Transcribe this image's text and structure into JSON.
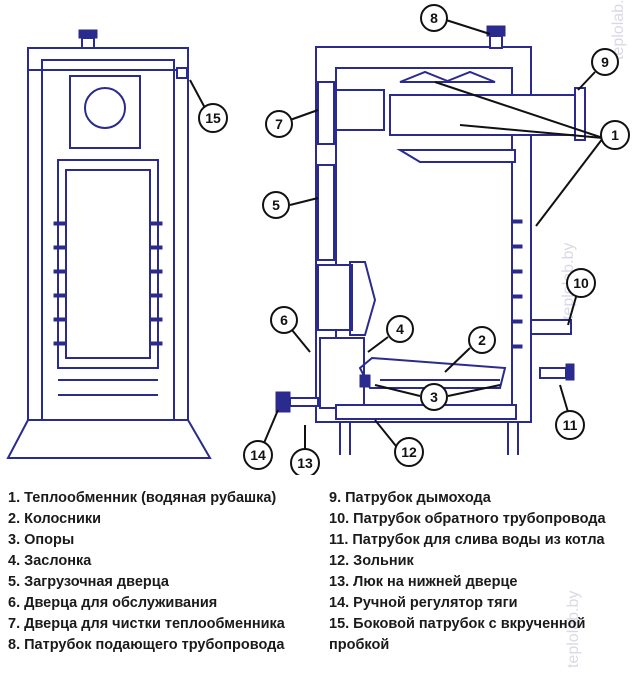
{
  "callouts": [
    {
      "id": "1",
      "label": "1"
    },
    {
      "id": "2",
      "label": "2"
    },
    {
      "id": "3",
      "label": "3"
    },
    {
      "id": "4",
      "label": "4"
    },
    {
      "id": "5",
      "label": "5"
    },
    {
      "id": "6",
      "label": "6"
    },
    {
      "id": "7",
      "label": "7"
    },
    {
      "id": "8",
      "label": "8"
    },
    {
      "id": "9",
      "label": "9"
    },
    {
      "id": "10",
      "label": "10"
    },
    {
      "id": "11",
      "label": "11"
    },
    {
      "id": "12",
      "label": "12"
    },
    {
      "id": "13",
      "label": "13"
    },
    {
      "id": "14",
      "label": "14"
    },
    {
      "id": "15",
      "label": "15"
    }
  ],
  "legend": {
    "left": [
      "1. Теплообменник (водяная рубашка)",
      "2. Колосники",
      "3. Опоры",
      "4. Заслонка",
      "5. Загрузочная дверца",
      "6. Дверца для обслуживания",
      "7. Дверца для чистки теплообменника",
      "8. Патрубок подающего трубопровода"
    ],
    "right": [
      "9. Патрубок дымохода",
      "10. Патрубок обратного трубопровода",
      "11. Патрубок для слива воды из котла",
      "12. Зольник",
      "13. Люк на нижней дверце",
      "14. Ручной регулятор тяги",
      "15. Боковой патрубок с вкрученной пробкой"
    ]
  },
  "watermark": "teplolab.by",
  "colors": {
    "line": "#2a2a8f",
    "text": "#1a1a1a",
    "watermark": "#d9d9e6"
  }
}
